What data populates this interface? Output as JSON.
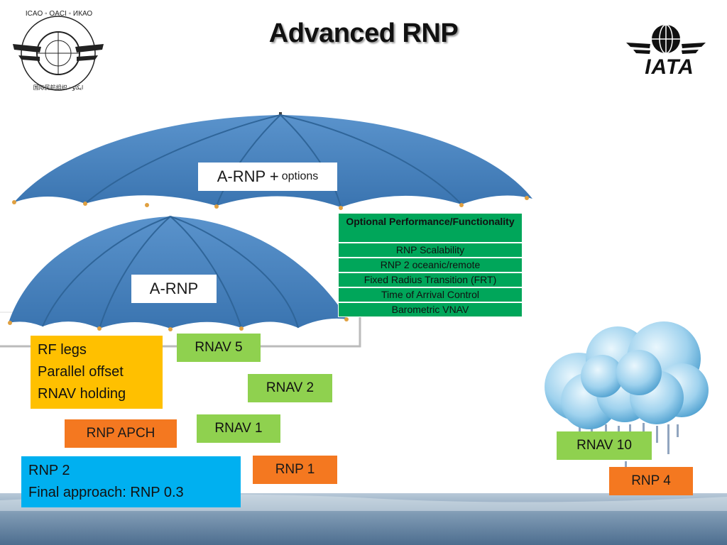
{
  "slide": {
    "title": "Advanced RNP",
    "logos": {
      "icao_text": "ICAO ◦ OACI ◦ ИКАО",
      "icao_bottom_text": "国际民航组织 ◦ ايكاو",
      "iata_text": "IATA"
    },
    "umbrellas": {
      "large_label_main": "A-RNP + ",
      "large_label_small": "options",
      "small_label": "A-RNP"
    },
    "optional_table": {
      "header": "Optional Performance/Functionality",
      "rows": [
        "RNP Scalability",
        "RNP 2 oceanic/remote",
        "Fixed Radius Transition (FRT)",
        "Time of Arrival Control",
        "Barometric VNAV"
      ]
    },
    "features_box": {
      "lines": [
        "RF legs",
        "Parallel offset",
        "RNAV holding"
      ]
    },
    "spec_boxes": {
      "rnav5": "RNAV 5",
      "rnav2": "RNAV 2",
      "rnav1": "RNAV 1",
      "rnp_apch": "RNP APCH",
      "rnp1": "RNP 1",
      "rnav10": "RNAV 10",
      "rnp4": "RNP 4"
    },
    "rnp2_box": {
      "lines": [
        "RNP 2",
        "Final approach:  RNP 0.3"
      ]
    },
    "colors": {
      "green": "#8fd14f",
      "orange": "#f47820",
      "yellow": "#ffc000",
      "blue": "#00b0f0",
      "table_green": "#00a65a",
      "umbrella_blue": "#3f7fbf"
    }
  }
}
